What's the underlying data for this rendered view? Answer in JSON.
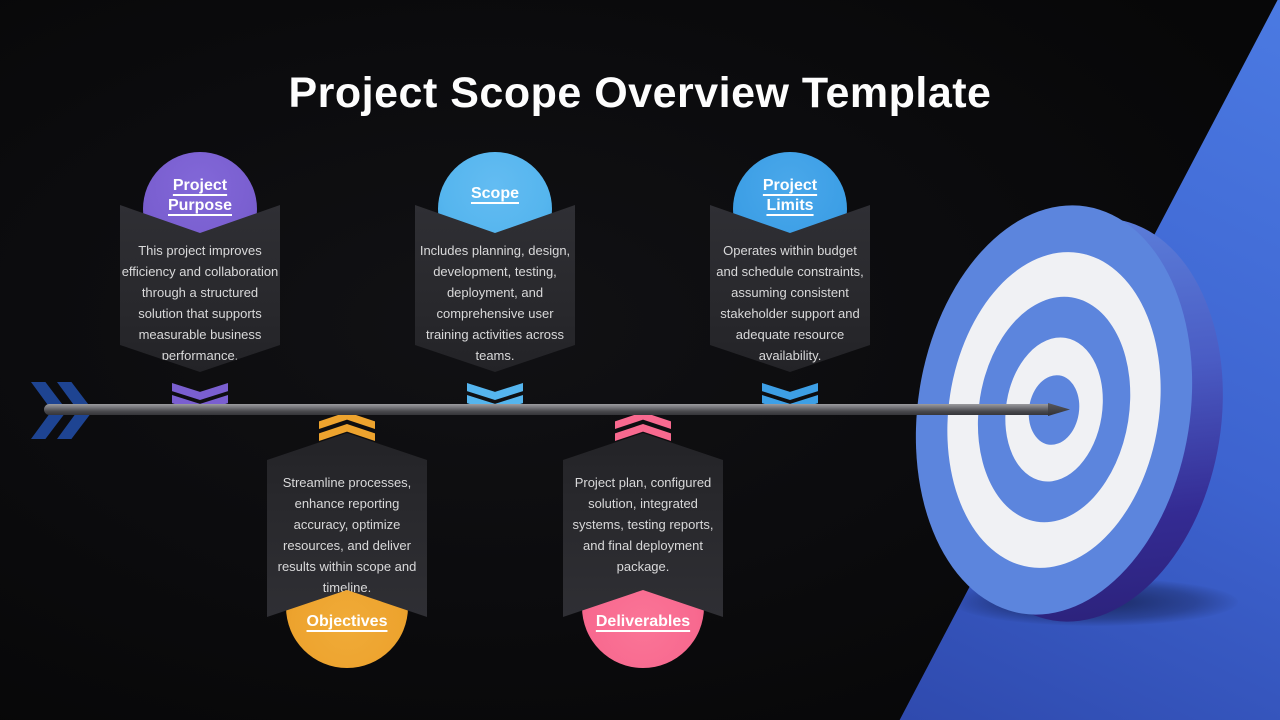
{
  "slide": {
    "title": "Project Scope Overview Template"
  },
  "cards": [
    {
      "label": "Project Purpose",
      "description": "This project improves efficiency and collaboration through a structured solution that supports measurable business performance.",
      "accent_color": "#7a5fd0",
      "pointer_direction": "down"
    },
    {
      "label": "Scope",
      "description": "Includes planning, design, development, testing, deployment, and comprehensive user training activities across teams.",
      "accent_color": "#55b5ee",
      "pointer_direction": "down"
    },
    {
      "label": "Project Limits",
      "description": "Operates within budget and schedule constraints, assuming consistent stakeholder support and adequate resource availability.",
      "accent_color": "#3d9fe6",
      "pointer_direction": "down"
    },
    {
      "label": "Objectives",
      "description": "Streamline processes, enhance reporting accuracy, optimize resources, and deliver results within scope and timeline.",
      "accent_color": "#eda32e",
      "pointer_direction": "up"
    },
    {
      "label": "Deliverables",
      "description": "Project plan, configured solution, integrated systems, testing reports, and final deployment package.",
      "accent_color": "#f8698f",
      "pointer_direction": "up"
    }
  ],
  "icons": {
    "arrow_fletching": "double-chevron-right",
    "card_pointer_top": "double-chevron-down",
    "card_pointer_bottom": "double-chevron-up",
    "target": "bullseye-3d"
  },
  "colors": {
    "background": "#0b0b0d",
    "card_fill": "#2a2a2e",
    "arrow_shaft_gray": "#5a5a5f",
    "fletching_blue": "#1e4492",
    "target_ring_blue": "#5c85dd",
    "target_ring_white": "#f0f1f4",
    "backdrop_blue": "#3e68ce"
  }
}
